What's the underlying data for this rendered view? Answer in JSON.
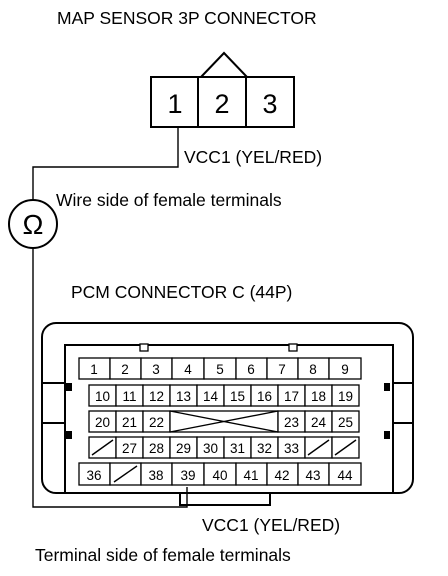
{
  "labels": {
    "map_title": "MAP SENSOR 3P CONNECTOR",
    "vcc1_top": "VCC1 (YEL/RED)",
    "wire_side": "Wire side of female terminals",
    "pcm_title": "PCM CONNECTOR C (44P)",
    "vcc1_bottom": "VCC1 (YEL/RED)",
    "terminal_side": "Terminal side of female terminals"
  },
  "map_pins": [
    "1",
    "2",
    "3"
  ],
  "meter_symbol": "Ω",
  "pcm_pins": {
    "row1": [
      "1",
      "2",
      "3",
      "4",
      "5",
      "6",
      "7",
      "8",
      "9"
    ],
    "row2": [
      "10",
      "11",
      "12",
      "13",
      "14",
      "15",
      "16",
      "17",
      "18",
      "19"
    ],
    "row3_left": [
      "20",
      "21",
      "22"
    ],
    "row3_right": [
      "23",
      "24",
      "25"
    ],
    "row4": [
      "27",
      "28",
      "29",
      "30",
      "31",
      "32",
      "33"
    ],
    "row5": [
      "36",
      "38",
      "39",
      "40",
      "41",
      "42",
      "43",
      "44"
    ]
  }
}
